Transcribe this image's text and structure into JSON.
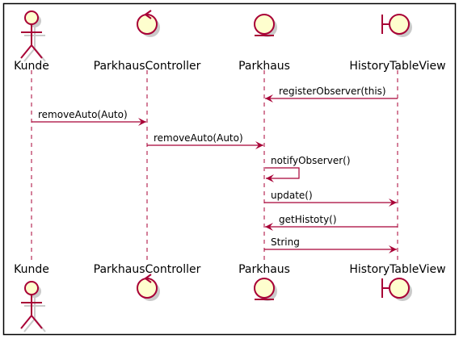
{
  "diagram": {
    "type": "uml-sequence",
    "colors": {
      "frame": "#000000",
      "participant_fill": "#FEFECE",
      "participant_stroke": "#A80036",
      "lifeline": "#A80036",
      "message": "#A80036",
      "shadow": "#CACACA"
    },
    "participants": [
      {
        "id": "kunde",
        "label": "Kunde",
        "kind": "actor",
        "icon": "actor-icon"
      },
      {
        "id": "controller",
        "label": "ParkhausController",
        "kind": "control",
        "icon": "control-icon"
      },
      {
        "id": "parkhaus",
        "label": "Parkhaus",
        "kind": "entity",
        "icon": "entity-icon"
      },
      {
        "id": "history",
        "label": "HistoryTableView",
        "kind": "boundary",
        "icon": "boundary-icon"
      }
    ],
    "messages": [
      {
        "from": "history",
        "to": "parkhaus",
        "label": "registerObserver(this)"
      },
      {
        "from": "kunde",
        "to": "controller",
        "label": "removeAuto(Auto)"
      },
      {
        "from": "controller",
        "to": "parkhaus",
        "label": "removeAuto(Auto)"
      },
      {
        "from": "parkhaus",
        "to": "parkhaus",
        "label": "notifyObserver()"
      },
      {
        "from": "parkhaus",
        "to": "history",
        "label": "update()"
      },
      {
        "from": "history",
        "to": "parkhaus",
        "label": "getHistoty()"
      },
      {
        "from": "parkhaus",
        "to": "history",
        "label": "String"
      }
    ]
  }
}
